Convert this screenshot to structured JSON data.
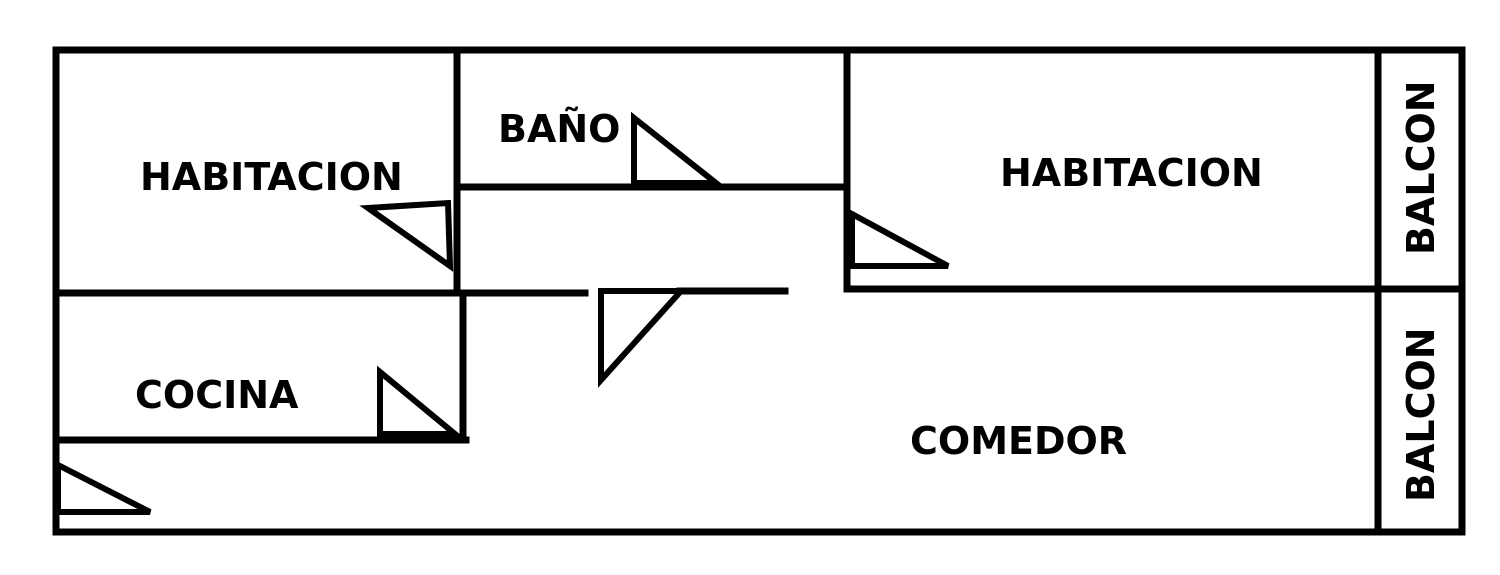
{
  "plan": {
    "rooms": {
      "habitacion_left": "HABITACION",
      "bano": "BAÑO",
      "habitacion_right": "HABITACION",
      "balcon_top": "BALCON",
      "cocina": "COCINA",
      "comedor": "COMEDOR",
      "balcon_bottom": "BALCON"
    }
  },
  "colors": {
    "walls": "#000000",
    "background": "#ffffff"
  }
}
